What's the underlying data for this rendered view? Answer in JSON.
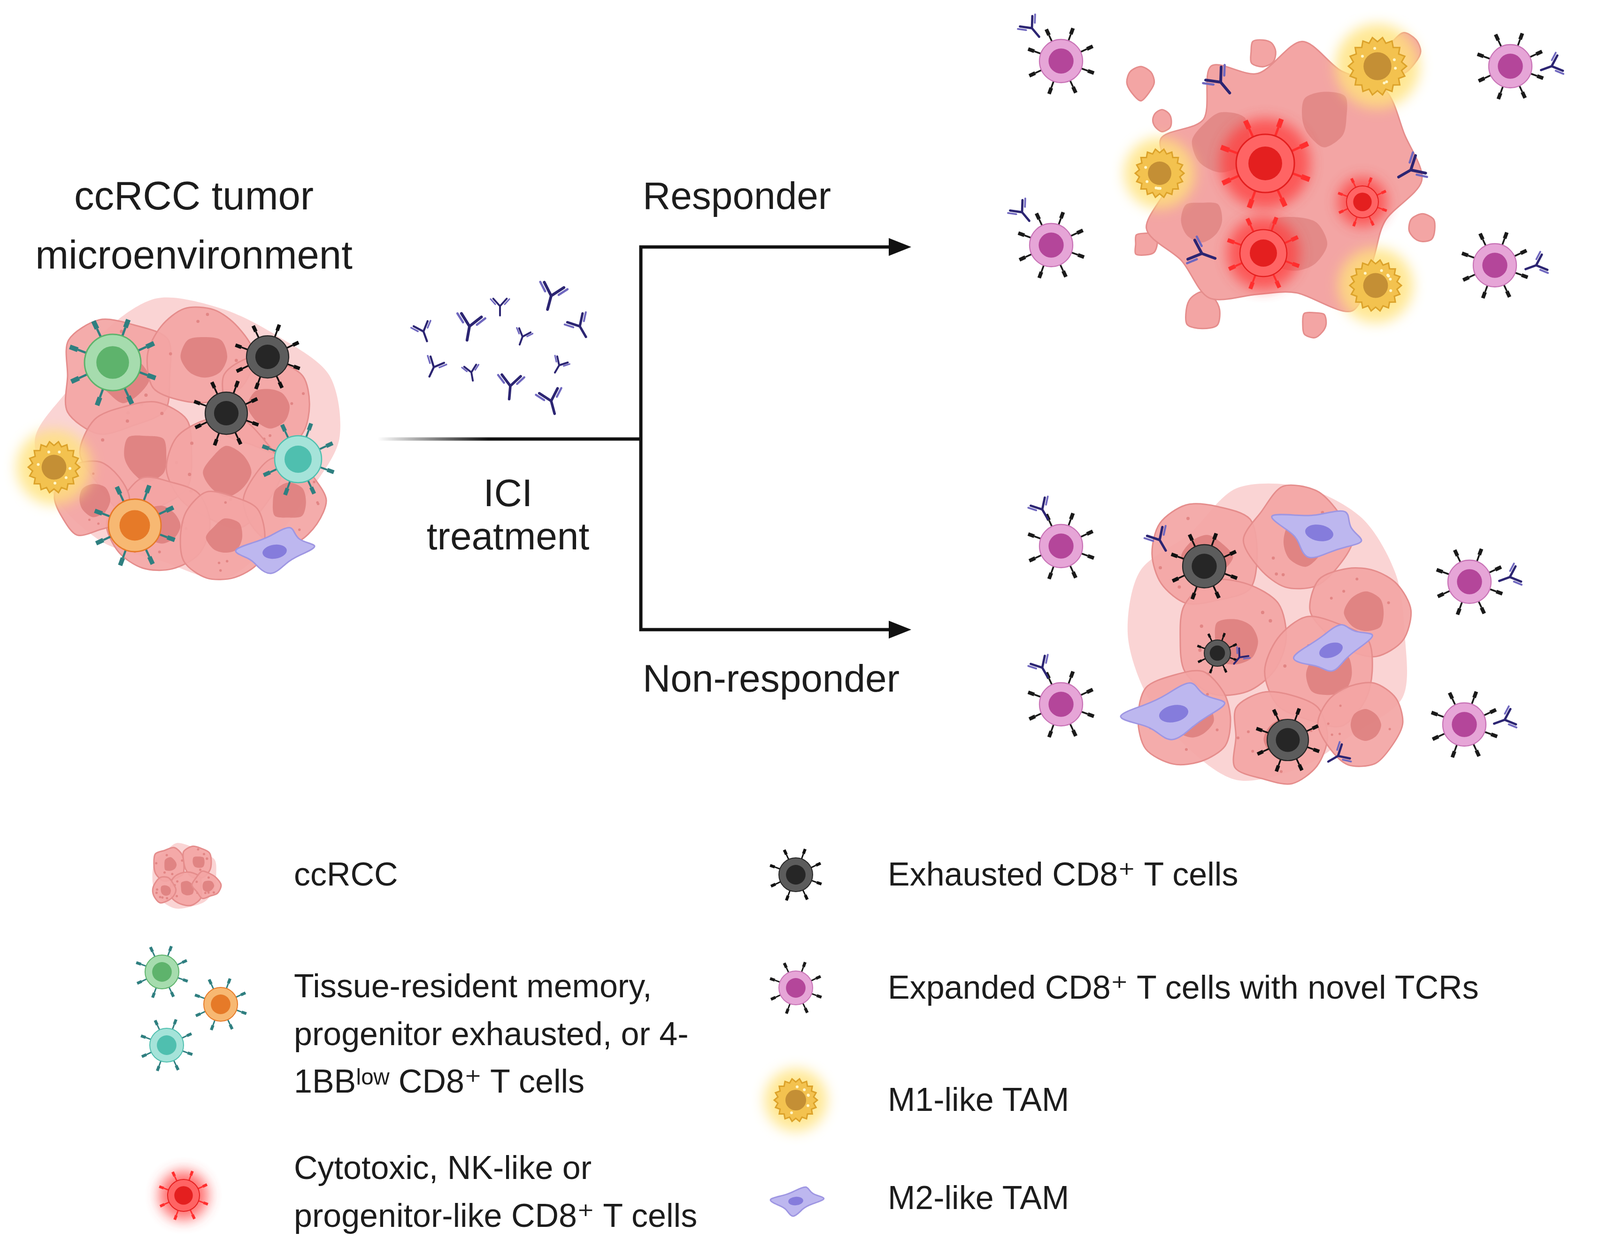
{
  "diagram": {
    "nodes": [
      {
        "text": [
          "ccRCC tumor microenvironment"
        ]
      }
    ],
    "labels": [
      "Responder",
      "ICI treatment",
      "Non-responder"
    ],
    "legend": [
      {
        "text": "ccRCC"
      },
      {
        "text": "Tissue-resident memory, progenitor exhausted, or 4-1BBˡᵒʷ CD8⁺ T cells"
      },
      {
        "text": "Cytotoxic, NK-like or progenitor-like CD8⁺ T cells"
      },
      {
        "text": "Exhausted CD8⁺ T cells"
      },
      {
        "text": "Expanded CD8⁺ T cells with novel TCRs"
      },
      {
        "text": "M1-like TAM"
      },
      {
        "text": "M2-like TAM"
      }
    ]
  }
}
